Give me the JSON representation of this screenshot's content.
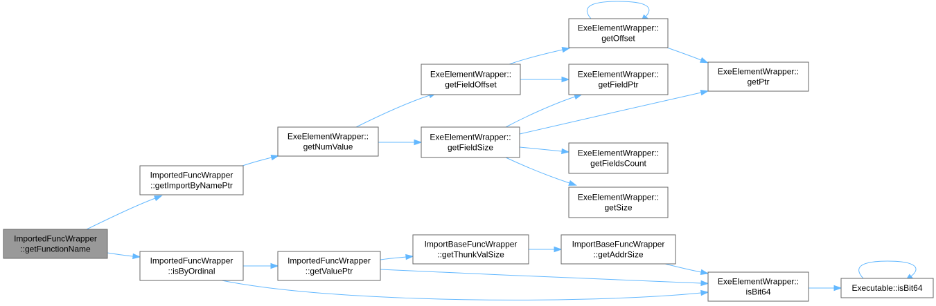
{
  "diagram": {
    "nodes": [
      {
        "id": "root",
        "lines": [
          "ImportedFuncWrapper",
          "::getFunctionName"
        ],
        "root": true
      },
      {
        "id": "getImportByNamePtr",
        "lines": [
          "ImportedFuncWrapper",
          "::getImportByNamePtr"
        ]
      },
      {
        "id": "isByOrdinal",
        "lines": [
          "ImportedFuncWrapper",
          "::isByOrdinal"
        ]
      },
      {
        "id": "getNumValue",
        "lines": [
          "ExeElementWrapper::",
          "getNumValue"
        ]
      },
      {
        "id": "getValuePtr",
        "lines": [
          "ImportedFuncWrapper",
          "::getValuePtr"
        ]
      },
      {
        "id": "getFieldOffset",
        "lines": [
          "ExeElementWrapper::",
          "getFieldOffset"
        ]
      },
      {
        "id": "getFieldSize",
        "lines": [
          "ExeElementWrapper::",
          "getFieldSize"
        ]
      },
      {
        "id": "getThunkValSize",
        "lines": [
          "ImportBaseFuncWrapper",
          "::getThunkValSize"
        ]
      },
      {
        "id": "getOffset",
        "lines": [
          "ExeElementWrapper::",
          "getOffset"
        ]
      },
      {
        "id": "getFieldPtr",
        "lines": [
          "ExeElementWrapper::",
          "getFieldPtr"
        ]
      },
      {
        "id": "getFieldsCount",
        "lines": [
          "ExeElementWrapper::",
          "getFieldsCount"
        ]
      },
      {
        "id": "getSize",
        "lines": [
          "ExeElementWrapper::",
          "getSize"
        ]
      },
      {
        "id": "getAddrSize",
        "lines": [
          "ImportBaseFuncWrapper",
          "::getAddrSize"
        ]
      },
      {
        "id": "getPtr",
        "lines": [
          "ExeElementWrapper::",
          "getPtr"
        ]
      },
      {
        "id": "isBit64Wrapper",
        "lines": [
          "ExeElementWrapper::",
          "isBit64"
        ]
      },
      {
        "id": "executableIsBit64",
        "lines": [
          "Executable::isBit64"
        ]
      }
    ],
    "edges": [
      {
        "from": "root",
        "to": "getImportByNamePtr"
      },
      {
        "from": "root",
        "to": "isByOrdinal"
      },
      {
        "from": "getImportByNamePtr",
        "to": "getNumValue"
      },
      {
        "from": "getNumValue",
        "to": "getFieldOffset"
      },
      {
        "from": "getNumValue",
        "to": "getFieldSize"
      },
      {
        "from": "getFieldOffset",
        "to": "getOffset"
      },
      {
        "from": "getFieldOffset",
        "to": "getFieldPtr"
      },
      {
        "from": "getOffset",
        "to": "getOffset"
      },
      {
        "from": "getOffset",
        "to": "getPtr"
      },
      {
        "from": "getFieldSize",
        "to": "getFieldPtr"
      },
      {
        "from": "getFieldSize",
        "to": "getPtr"
      },
      {
        "from": "getFieldSize",
        "to": "getFieldsCount"
      },
      {
        "from": "getFieldSize",
        "to": "getSize"
      },
      {
        "from": "isByOrdinal",
        "to": "getValuePtr"
      },
      {
        "from": "isByOrdinal",
        "to": "isBit64Wrapper"
      },
      {
        "from": "getValuePtr",
        "to": "getThunkValSize"
      },
      {
        "from": "getValuePtr",
        "to": "isBit64Wrapper"
      },
      {
        "from": "getThunkValSize",
        "to": "getAddrSize"
      },
      {
        "from": "getAddrSize",
        "to": "isBit64Wrapper"
      },
      {
        "from": "isBit64Wrapper",
        "to": "executableIsBit64"
      },
      {
        "from": "executableIsBit64",
        "to": "executableIsBit64"
      }
    ]
  }
}
